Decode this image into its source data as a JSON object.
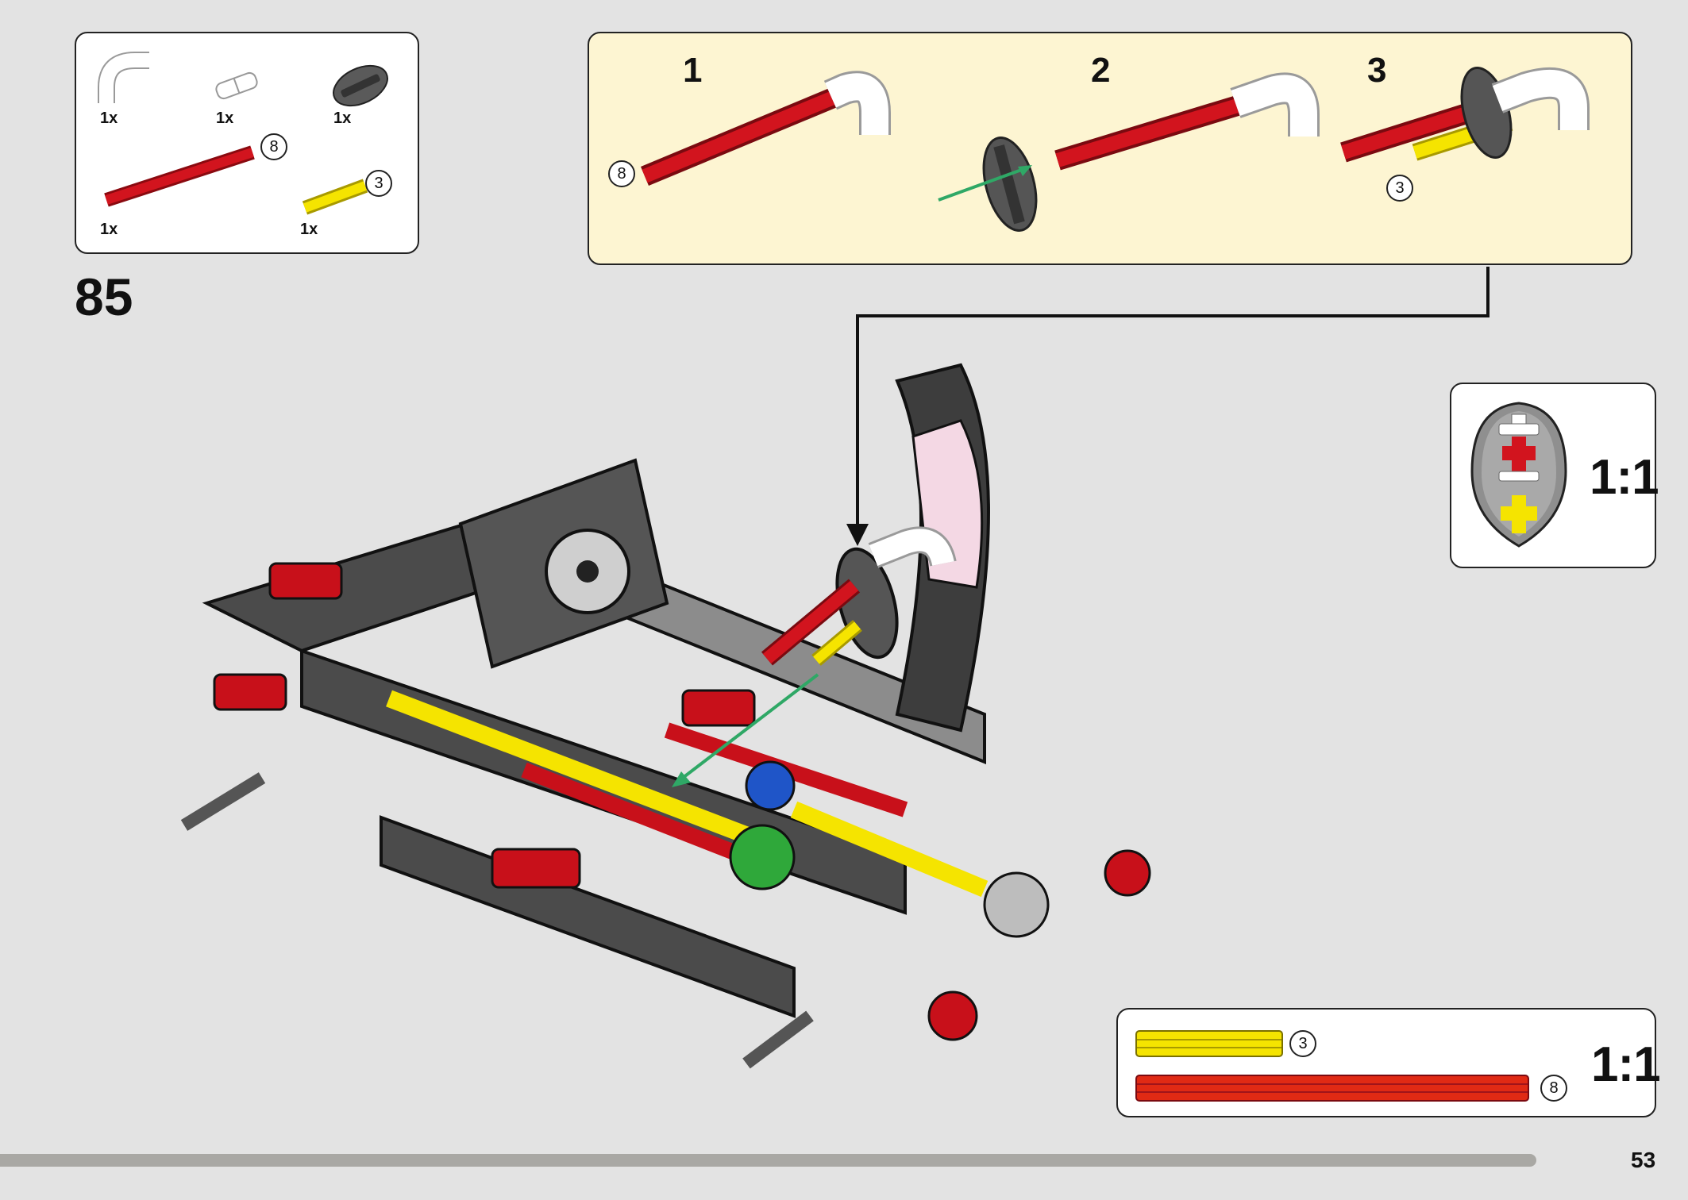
{
  "parts_list": {
    "items": [
      {
        "name": "pipe-elbow",
        "qty": "1x"
      },
      {
        "name": "pin-connector",
        "qty": "1x"
      },
      {
        "name": "gray-disk",
        "qty": "1x"
      },
      {
        "name": "red-axle",
        "qty": "1x",
        "length": "8"
      },
      {
        "name": "yellow-axle",
        "qty": "1x",
        "length": "3"
      }
    ]
  },
  "step": {
    "number": "85"
  },
  "subassembly": {
    "steps": [
      {
        "label": "1",
        "badge": "8"
      },
      {
        "label": "2"
      },
      {
        "label": "3",
        "badge": "3"
      }
    ]
  },
  "scale_callout_disk": {
    "ratio": "1:1"
  },
  "scale_callout_axles": {
    "ratio": "1:1",
    "yellow_length": "3",
    "red_length": "8"
  },
  "page": {
    "number": "53",
    "progress": 0.955
  },
  "colors": {
    "red": "#c8101a",
    "yellow": "#f5e400",
    "dark_gray": "#4b4b4b",
    "light_gray": "#a4a4a4",
    "callout_bg": "#fdf5d2",
    "progress_bar": "#a9a8a4"
  }
}
